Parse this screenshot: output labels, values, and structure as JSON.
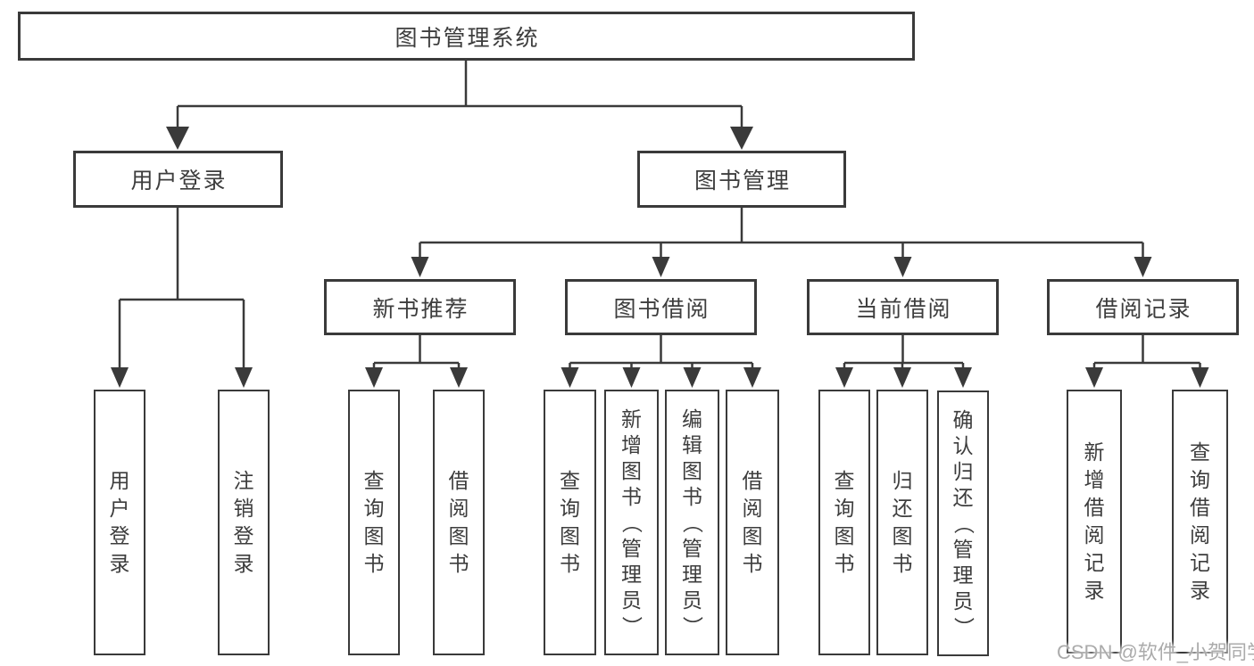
{
  "tree": {
    "label": "图书管理系统",
    "children": [
      {
        "label": "用户登录",
        "children": [
          {
            "label": "用户登录"
          },
          {
            "label": "注销登录"
          }
        ]
      },
      {
        "label": "图书管理",
        "children": [
          {
            "label": "新书推荐",
            "children": [
              {
                "label": "查询图书"
              },
              {
                "label": "借阅图书"
              }
            ]
          },
          {
            "label": "图书借阅",
            "children": [
              {
                "label": "查询图书"
              },
              {
                "label": "新增图书（管理员）"
              },
              {
                "label": "编辑图书（管理员）"
              },
              {
                "label": "借阅图书"
              }
            ]
          },
          {
            "label": "当前借阅",
            "children": [
              {
                "label": "查询图书"
              },
              {
                "label": "归还图书"
              },
              {
                "label": "确认归还（管理员）"
              }
            ]
          },
          {
            "label": "借阅记录",
            "children": [
              {
                "label": "新增借阅记录"
              },
              {
                "label": "查询借阅记录"
              }
            ]
          }
        ]
      }
    ]
  },
  "watermark": "CSDN @软件_小贺同学",
  "colors": {
    "line": "#3a3a3a",
    "text": "#3d3d3d",
    "watermark": "#ababab",
    "background": "#ffffff"
  }
}
